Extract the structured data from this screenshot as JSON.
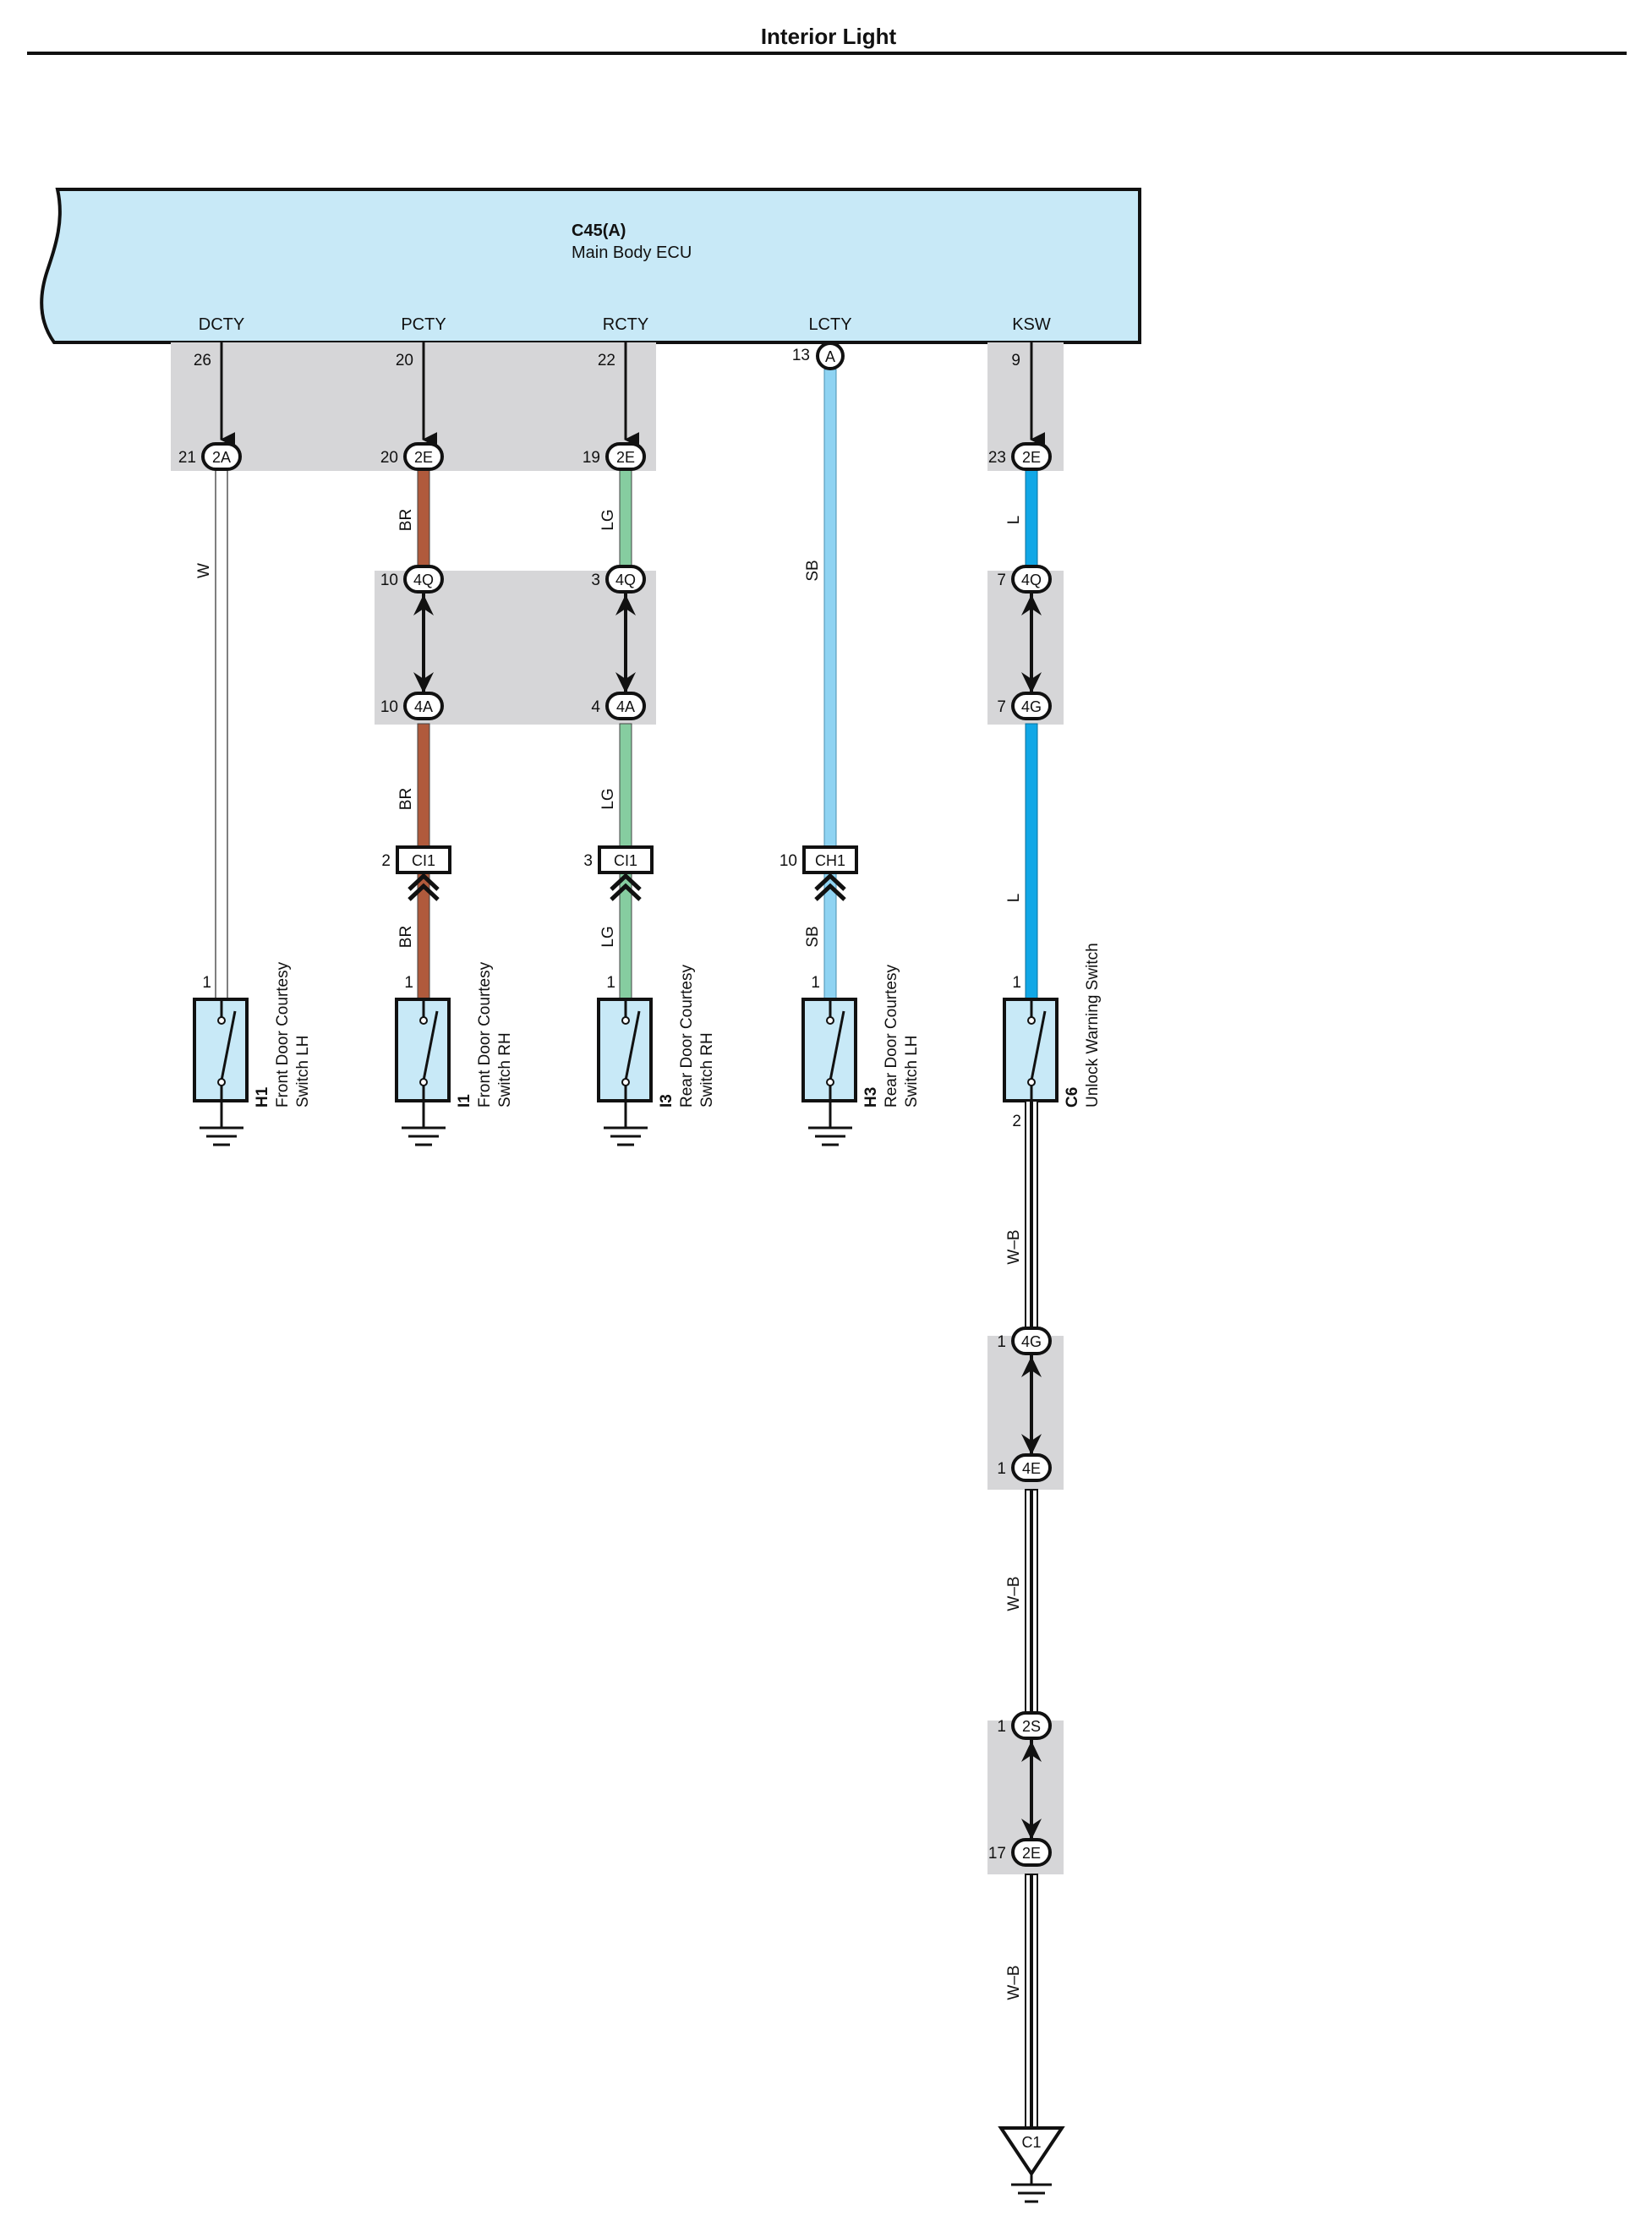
{
  "page_title": "Interior Light",
  "ecu": {
    "id": "C45(A)",
    "name": "Main Body ECU"
  },
  "colors": {
    "ecu_fill": "#c8e9f7",
    "shade": "#d6d6d8",
    "switch_fill": "#c8e9f7",
    "wire_W": "#ffffff",
    "wire_BR": "#b05a3c",
    "wire_LG": "#86cda0",
    "wire_SB": "#8fd3f2",
    "wire_L": "#11a7e6",
    "wire_WB": "#ffffff"
  },
  "columns": [
    {
      "signal": "DCTY",
      "ecu_pin": "26",
      "wire": "W",
      "wire_labels": [
        "W"
      ],
      "connectors": [
        {
          "pin": "21",
          "code": "2A",
          "style": "oval"
        }
      ],
      "switch": {
        "pin_top": "1",
        "id": "H1",
        "line1": "Front Door Courtesy",
        "line2": "Switch LH"
      }
    },
    {
      "signal": "PCTY",
      "ecu_pin": "20",
      "wire": "BR",
      "wire_labels": [
        "BR",
        "BR",
        "BR"
      ],
      "connectors": [
        {
          "pin": "20",
          "code": "2E",
          "style": "oval"
        },
        {
          "pin": "10",
          "code": "4Q",
          "style": "oval"
        },
        {
          "pin": "10",
          "code": "4A",
          "style": "oval"
        },
        {
          "pin": "2",
          "code": "CI1",
          "style": "rect"
        }
      ],
      "switch": {
        "pin_top": "1",
        "id": "I1",
        "line1": "Front Door Courtesy",
        "line2": "Switch RH"
      }
    },
    {
      "signal": "RCTY",
      "ecu_pin": "22",
      "wire": "LG",
      "wire_labels": [
        "LG",
        "LG",
        "LG"
      ],
      "connectors": [
        {
          "pin": "19",
          "code": "2E",
          "style": "oval"
        },
        {
          "pin": "3",
          "code": "4Q",
          "style": "oval"
        },
        {
          "pin": "4",
          "code": "4A",
          "style": "oval"
        },
        {
          "pin": "3",
          "code": "CI1",
          "style": "rect"
        }
      ],
      "switch": {
        "pin_top": "1",
        "id": "I3",
        "line1": "Rear Door Courtesy",
        "line2": "Switch RH"
      }
    },
    {
      "signal": "LCTY",
      "ecu_pin": "13",
      "ecu_circle": "A",
      "wire": "SB",
      "wire_labels": [
        "SB",
        "SB"
      ],
      "connectors": [
        {
          "pin": "10",
          "code": "CH1",
          "style": "rect"
        }
      ],
      "switch": {
        "pin_top": "1",
        "id": "H3",
        "line1": "Rear Door Courtesy",
        "line2": "Switch LH"
      }
    },
    {
      "signal": "KSW",
      "ecu_pin": "9",
      "wire": "L",
      "wire_labels": [
        "L",
        "L"
      ],
      "connectors": [
        {
          "pin": "23",
          "code": "2E",
          "style": "oval"
        },
        {
          "pin": "7",
          "code": "4Q",
          "style": "oval"
        },
        {
          "pin": "7",
          "code": "4G",
          "style": "oval"
        }
      ],
      "switch": {
        "pin_top": "1",
        "pin_bottom": "2",
        "id": "C6",
        "line1": "Unlock Warning Switch",
        "line2": ""
      }
    }
  ],
  "ground_run": {
    "wire": "W-B",
    "wire_labels": [
      "W–B",
      "W–B",
      "W–B"
    ],
    "connectors": [
      {
        "pin": "1",
        "code": "4G"
      },
      {
        "pin": "1",
        "code": "4E"
      },
      {
        "pin": "1",
        "code": "2S"
      },
      {
        "pin": "17",
        "code": "2E"
      }
    ],
    "ground_point": "C1"
  }
}
